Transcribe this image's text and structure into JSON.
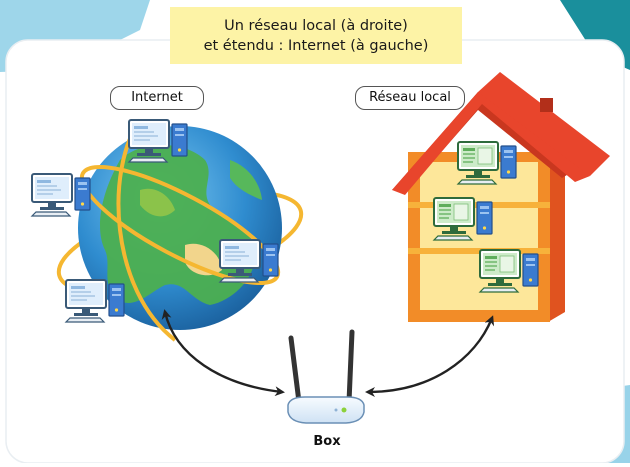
{
  "title": {
    "line1": "Un réseau local (à droite)",
    "line2": "et étendu : Internet (à gauche)"
  },
  "labels": {
    "internet": "Internet",
    "lan": "Réseau local",
    "box": "Box"
  },
  "colors": {
    "background": "#ffffff",
    "panel": "#ffffff",
    "title_bg": "#fdf3a6",
    "corner_accent": "#7ec8e3",
    "corner_teal": "#1a8f9c",
    "ocean": "#3a9ad9",
    "land": "#4caf50",
    "orbit": "#f5b731",
    "roof": "#e8452c",
    "house_wall": "#fcd06b",
    "house_side": "#f28c28",
    "house_inner": "#fde79a",
    "cable": "#c8c8c8",
    "router_body": "#e6f0fa",
    "arrow": "#222222"
  },
  "icons": [
    "globe-icon",
    "house-icon",
    "computer-icon",
    "router-icon",
    "double-arrow-icon"
  ]
}
